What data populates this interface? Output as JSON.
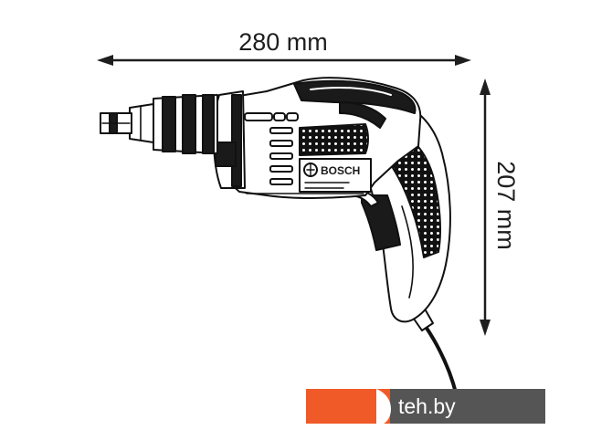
{
  "dimensions": {
    "length_label": "280 mm",
    "height_label": "207 mm"
  },
  "tool": {
    "brand": "BOSCH"
  },
  "watermark": {
    "text": "teh.by",
    "brand_color": "#f05a28",
    "band_color": "#555555"
  }
}
